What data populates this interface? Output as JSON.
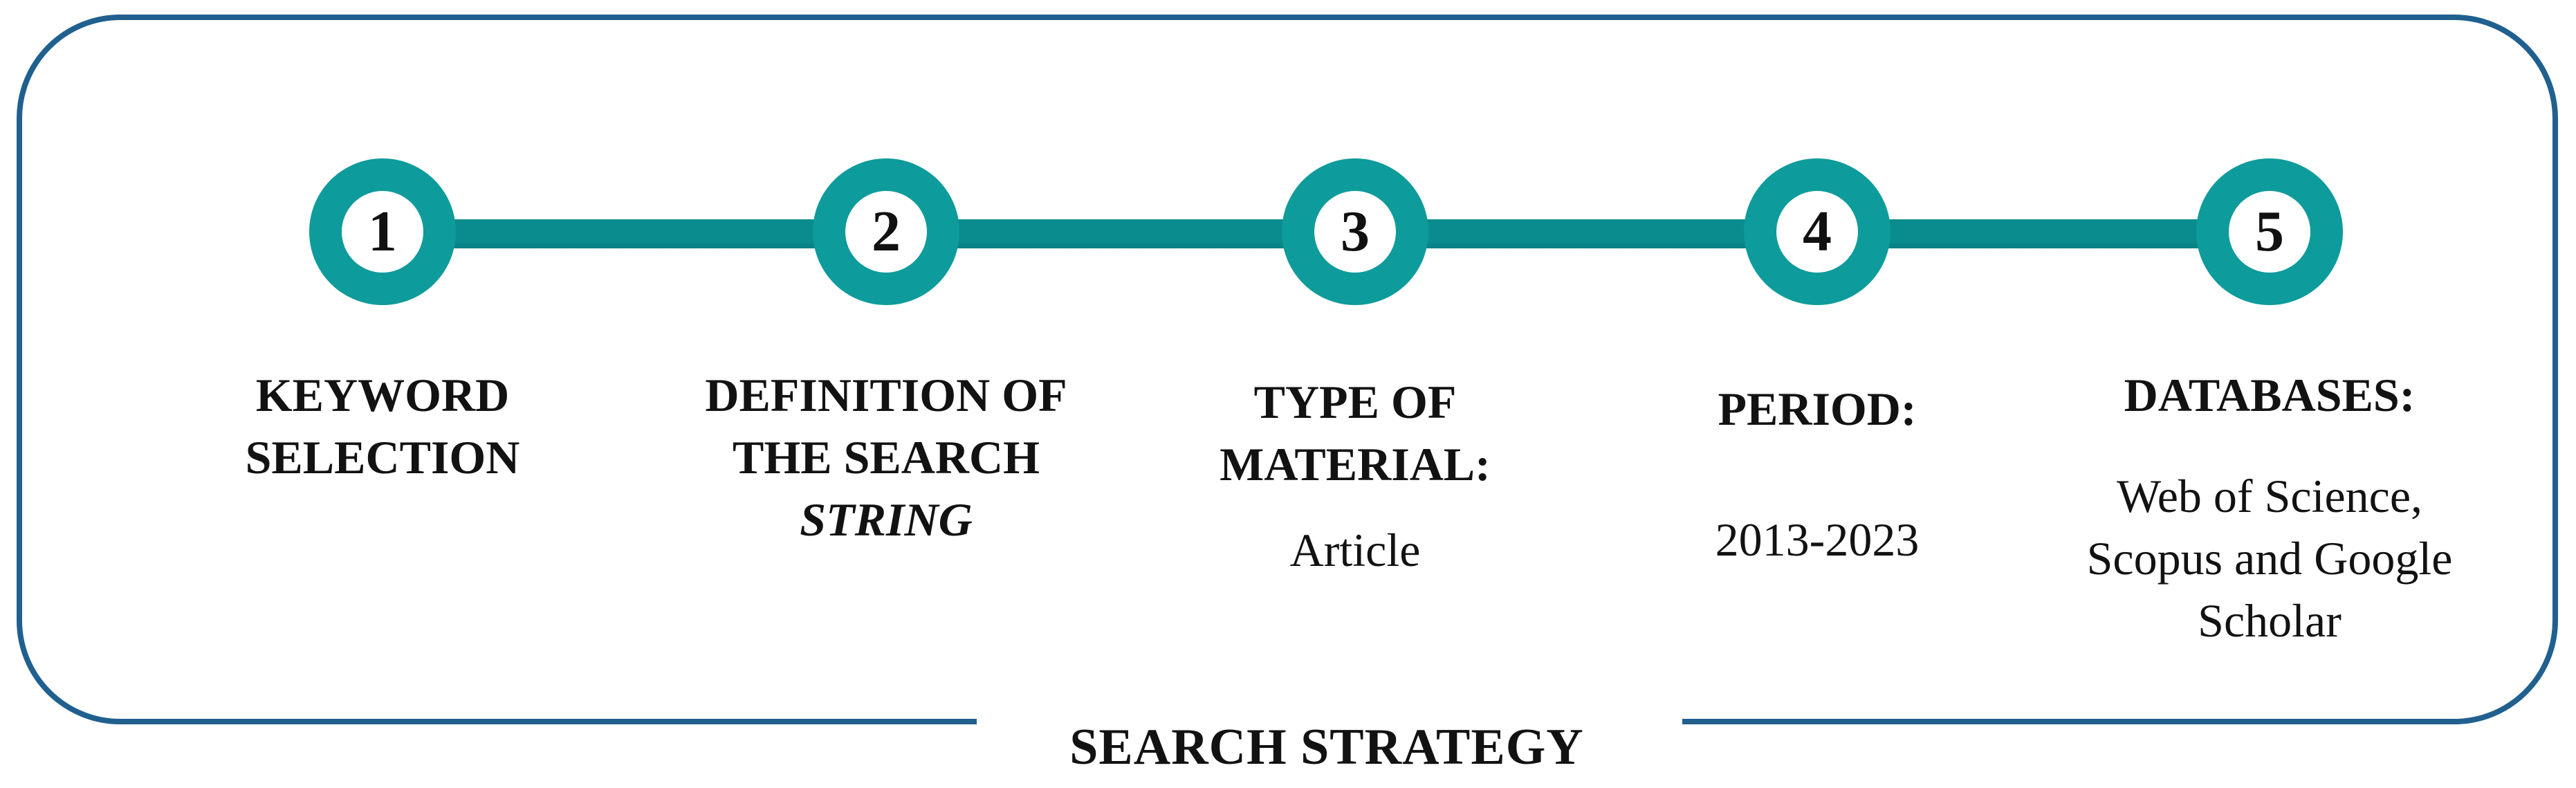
{
  "figure": {
    "legend": "SEARCH STRATEGY"
  },
  "colors": {
    "teal": "#0E9B9B",
    "teal-dark": "#0A8C8E",
    "frame-blue": "#20608F",
    "ink": "#121212"
  },
  "timeline": {
    "steps": [
      {
        "number": "1",
        "title_lines": [
          "KEYWORD",
          "SELECTION"
        ],
        "detail_lines": []
      },
      {
        "number": "2",
        "title_lines": [
          "DEFINITION OF",
          "THE SEARCH",
          "STRING"
        ],
        "detail_lines": []
      },
      {
        "number": "3",
        "title_lines": [
          "TYPE OF",
          "MATERIAL:"
        ],
        "detail_lines": [
          "Article"
        ]
      },
      {
        "number": "4",
        "title_lines": [
          "PERIOD:"
        ],
        "detail_lines": [
          "2013-2023"
        ]
      },
      {
        "number": "5",
        "title_lines": [
          "DATABASES:"
        ],
        "detail_lines": [
          "Web of Science,",
          "Scopus and Google",
          "Scholar"
        ]
      }
    ]
  }
}
